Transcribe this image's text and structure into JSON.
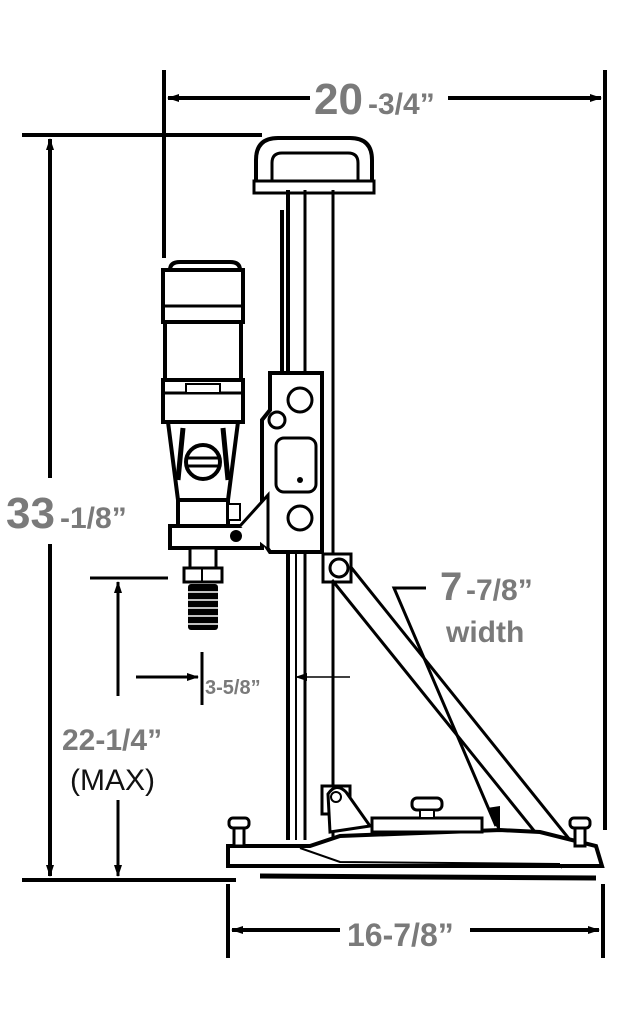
{
  "diagram": {
    "subject": "Core drill rig with motor on vertical column stand",
    "colors": {
      "line": "#000000",
      "label": "#7a7a7a",
      "background": "#ffffff"
    }
  },
  "dimensions": {
    "overall_width": {
      "whole": "20",
      "fraction": "-3/4”",
      "orientation": "horizontal"
    },
    "overall_height": {
      "whole": "33",
      "fraction": "-1/8”",
      "orientation": "vertical"
    },
    "stand_width": {
      "whole": "7",
      "fraction": "-7/8”",
      "caption": "width"
    },
    "max_drill_height": {
      "value": "22-1/4”",
      "caption": "(MAX)"
    },
    "spindle_offset": {
      "value": "3-5/8”"
    },
    "base_length": {
      "value": "16-7/8”"
    }
  }
}
